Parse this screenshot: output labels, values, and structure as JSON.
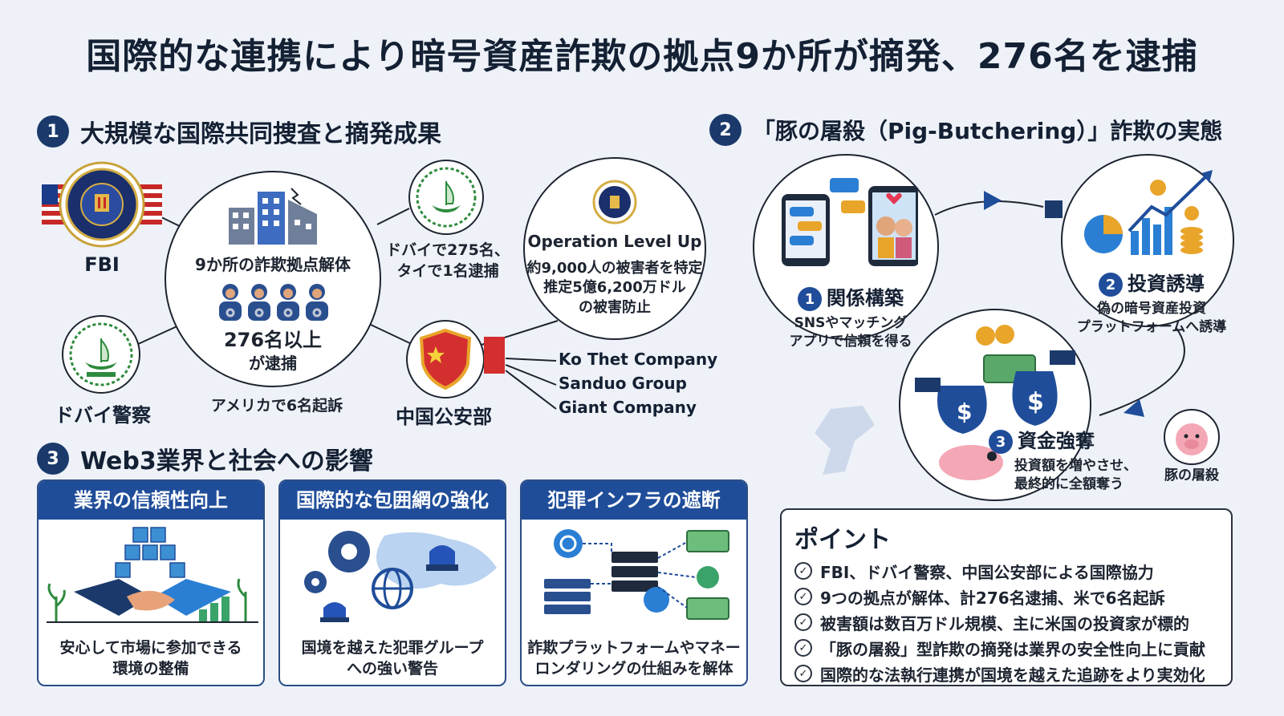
{
  "title": "国際的な連携により暗号資産詐欺の拠点9か所が摘発、276名を逮捕",
  "section1": {
    "num": "1",
    "heading": "大規模な国際共同捜査と摘発成果",
    "fbi_label": "FBI",
    "dubai_label": "ドバイ警察",
    "china_label": "中国公安部",
    "center_line1": "9か所の詐欺拠点解体",
    "center_line2": "276名以上",
    "center_line3": "が逮捕",
    "us_charge": "アメリカで6名起訴",
    "dubai_arrest_line1": "ドバイで275名、",
    "dubai_arrest_line2": "タイで1名逮捕",
    "operation_title": "Operation Level Up",
    "operation_line1": "約9,000人の被害者を特定",
    "operation_line2": "推定5億6,200万ドル",
    "operation_line3": "の被害防止",
    "companies": [
      "Ko Thet Company",
      "Sanduo Group",
      "Giant Company"
    ]
  },
  "section2": {
    "num": "2",
    "heading": "「豚の屠殺（Pig-Butchering）」詐欺の実態",
    "step1_num": "1",
    "step1_title": "関係構築",
    "step1_desc_line1": "SNSやマッチング",
    "step1_desc_line2": "アプリで信頼を得る",
    "step2_num": "2",
    "step2_title": "投資誘導",
    "step2_desc_line1": "偽の暗号資産投資",
    "step2_desc_line2": "プラットフォームへ誘導",
    "step3_num": "3",
    "step3_title": "資金強奪",
    "step3_desc_line1": "投資額を増やさせ、",
    "step3_desc_line2": "最終的に全額奪う",
    "pig_label": "豚の屠殺"
  },
  "section3": {
    "num": "3",
    "heading": "Web3業界と社会への影響",
    "cards": [
      {
        "title": "業界の信頼性向上",
        "line1": "安心して市場に参加できる",
        "line2": "環境の整備"
      },
      {
        "title": "国際的な包囲網の強化",
        "line1": "国境を越えた犯罪グループ",
        "line2": "への強い警告"
      },
      {
        "title": "犯罪インフラの遮断",
        "line1": "詐欺プラットフォームやマネー",
        "line2": "ロンダリングの仕組みを解体"
      }
    ]
  },
  "points": {
    "heading": "ポイント",
    "items": [
      "FBI、ドバイ警察、中国公安部による国際協力",
      "9つの拠点が解体、計276名逮捕、米で6名起訴",
      "被害額は数百万ドル規模、主に米国の投資家が標的",
      "「豚の屠殺」型詐欺の摘発は業界の安全性向上に貢献",
      "国際的な法執行連携が国境を越えた追跡をより実効化"
    ]
  },
  "colors": {
    "navy": "#1b3a6b",
    "blue": "#1f4d9a",
    "accent": "#2a7fd4",
    "gold": "#e8a52a",
    "red": "#d32f2f"
  }
}
